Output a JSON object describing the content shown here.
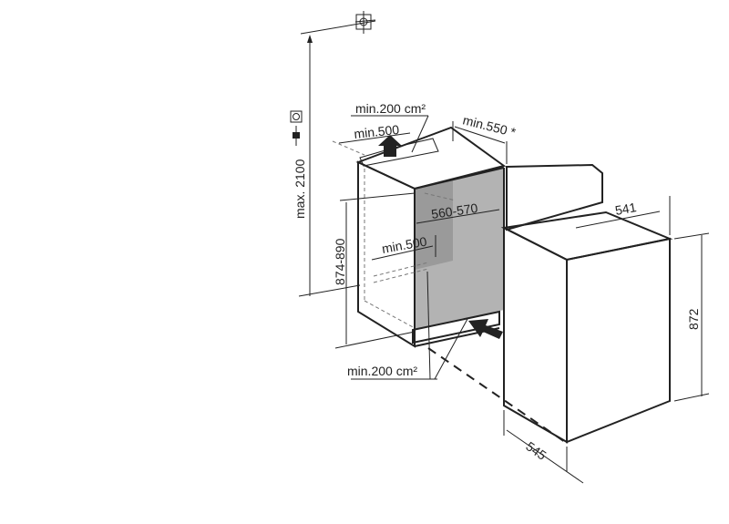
{
  "labels": {
    "max_height": "max. 2100",
    "niche_height": "874-890",
    "appliance_height": "872",
    "appliance_width": "541",
    "appliance_depth": "545",
    "top_vent_area": "min.200 cm²",
    "top_vent_depth": "min.500",
    "door_clearance": "min.550 *",
    "niche_width": "560-570",
    "bottom_vent_depth": "min.500",
    "bottom_vent_area": "min.200 cm²"
  },
  "icons": [
    "ceiling-target-icon",
    "socket-icon",
    "plug-icon",
    "airflow-arrow-up-icon",
    "airflow-arrow-in-icon"
  ],
  "colors": {
    "line": "#222222",
    "interior": "#b3b3b3",
    "interior_dark": "#9a9a9a",
    "panel": "#eeeeee"
  }
}
